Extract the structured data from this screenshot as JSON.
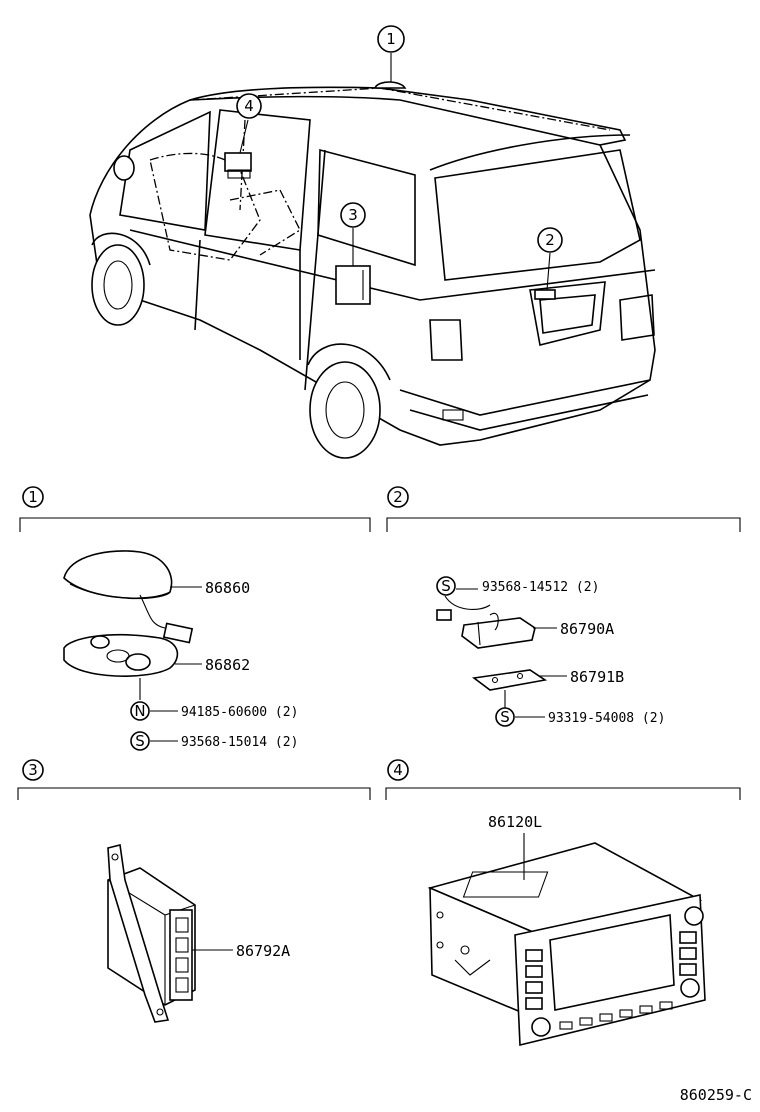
{
  "callouts": {
    "c1": "1",
    "c2": "2",
    "c3": "3",
    "c4": "4"
  },
  "sections": {
    "s1": {
      "number": "1",
      "parts": {
        "antenna": "86860",
        "pad": "86862",
        "nut": {
          "symbol": "N",
          "text": "94185-60600 (2)"
        },
        "screw": {
          "symbol": "S",
          "text": "93568-15014 (2)"
        }
      }
    },
    "s2": {
      "number": "2",
      "parts": {
        "screw_top": {
          "symbol": "S",
          "text": "93568-14512 (2)"
        },
        "camera": "86790A",
        "bracket": "86791B",
        "screw_bottom": {
          "symbol": "S",
          "text": "93319-54008 (2)"
        }
      }
    },
    "s3": {
      "number": "3",
      "parts": {
        "ecu": "86792A"
      }
    },
    "s4": {
      "number": "4",
      "parts": {
        "receiver": "86120L"
      }
    }
  },
  "figure_code": "860259-C"
}
